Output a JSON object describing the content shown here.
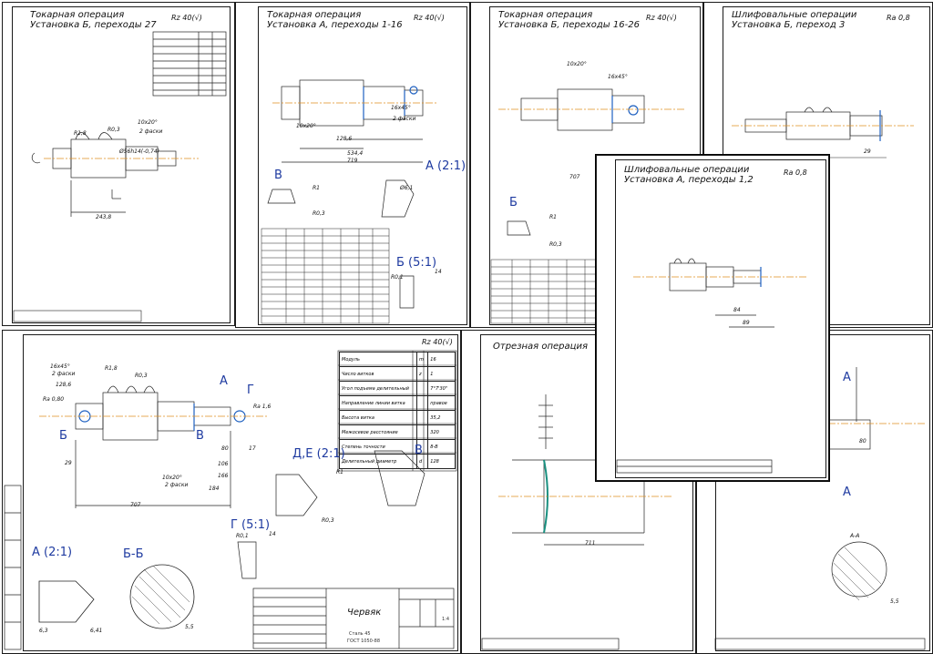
{
  "sheets": {
    "s1": {
      "title1": "Токарная операция",
      "title2": "Установка Б, переходы 27",
      "roughness": "Rz 40(√)",
      "dims": [
        "R1,8",
        "R0,3",
        "10x20°",
        "2 фаски",
        "Ø56h14(-0,74)",
        "243,8"
      ]
    },
    "s2": {
      "title1": "Токарная операция",
      "title2": "Установка А, переходы 1-16",
      "roughness": "Rz 40(√)",
      "labels": {
        "v": "В",
        "a": "А (2:1)",
        "b": "Б (5:1)"
      },
      "dims": [
        "128,6",
        "534,4",
        "719",
        "16x45°",
        "2 фаски",
        "R1",
        "R0,3",
        "Ø6,1",
        "R0,1",
        "14",
        "10x20°"
      ]
    },
    "s3": {
      "title1": "Токарная операция",
      "title2": "Установка Б, переходы 16-26",
      "roughness": "Rz 40(√)",
      "labels": {
        "b": "Б"
      },
      "dims": [
        "10x20°",
        "16x45°",
        "707",
        "R1",
        "R0,3"
      ]
    },
    "s4": {
      "title1": "Шлифовальные операции",
      "title2": "Установка Б, переход 3",
      "roughness": "Ra 0,8",
      "dims": [
        "29"
      ]
    },
    "s5": {
      "title1": "Шлифовальные операции",
      "title2": "Установка А, переходы 1,2",
      "roughness": "Ra 0,8",
      "dims": [
        "84",
        "89"
      ]
    },
    "s6": {
      "roughness": "Rz 40(√)",
      "labels": {
        "g": "Г",
        "a": "А",
        "b": "Б",
        "v": "В",
        "de": "Д,Е (2:1)",
        "v2": "В",
        "g51": "Г (5:1)",
        "a21": "А (2:1)",
        "bb": "Б-Б"
      },
      "dims": [
        "16x45°",
        "2 фаски",
        "128,6",
        "R1,8",
        "R0,3",
        "Ra 0,80",
        "Ra 1,6",
        "80",
        "17",
        "106",
        "166",
        "184",
        "707",
        "10x20°",
        "2 фаски",
        "29",
        "5,5",
        "R1",
        "R0,3",
        "R0,1",
        "14",
        "6,41",
        "6,3"
      ],
      "params": [
        [
          "Модуль",
          "m",
          "16"
        ],
        [
          "Число витков",
          "z",
          "1"
        ],
        [
          "Угол подъема делительный",
          "",
          "7°7'30\""
        ],
        [
          "Направление линии витка",
          "",
          "правое"
        ],
        [
          "Высота витка",
          "",
          "35,2"
        ],
        [
          "Межосевое расстояние",
          "",
          "320"
        ],
        [
          "Степень точности",
          "",
          "8-В"
        ],
        [
          "Делительный диаметр",
          "d",
          "128"
        ]
      ],
      "stamp": {
        "name": "Червяк",
        "material": "Сталь 45",
        "standard": "ГОСТ 1050-88",
        "scale": "1:4"
      }
    },
    "s7": {
      "title": "Отрезная операция",
      "dims": [
        "711"
      ]
    },
    "s8": {
      "labels": {
        "a1": "А",
        "a2": "А",
        "aa": "А-А"
      },
      "dims": [
        "80",
        "5,5"
      ]
    }
  }
}
